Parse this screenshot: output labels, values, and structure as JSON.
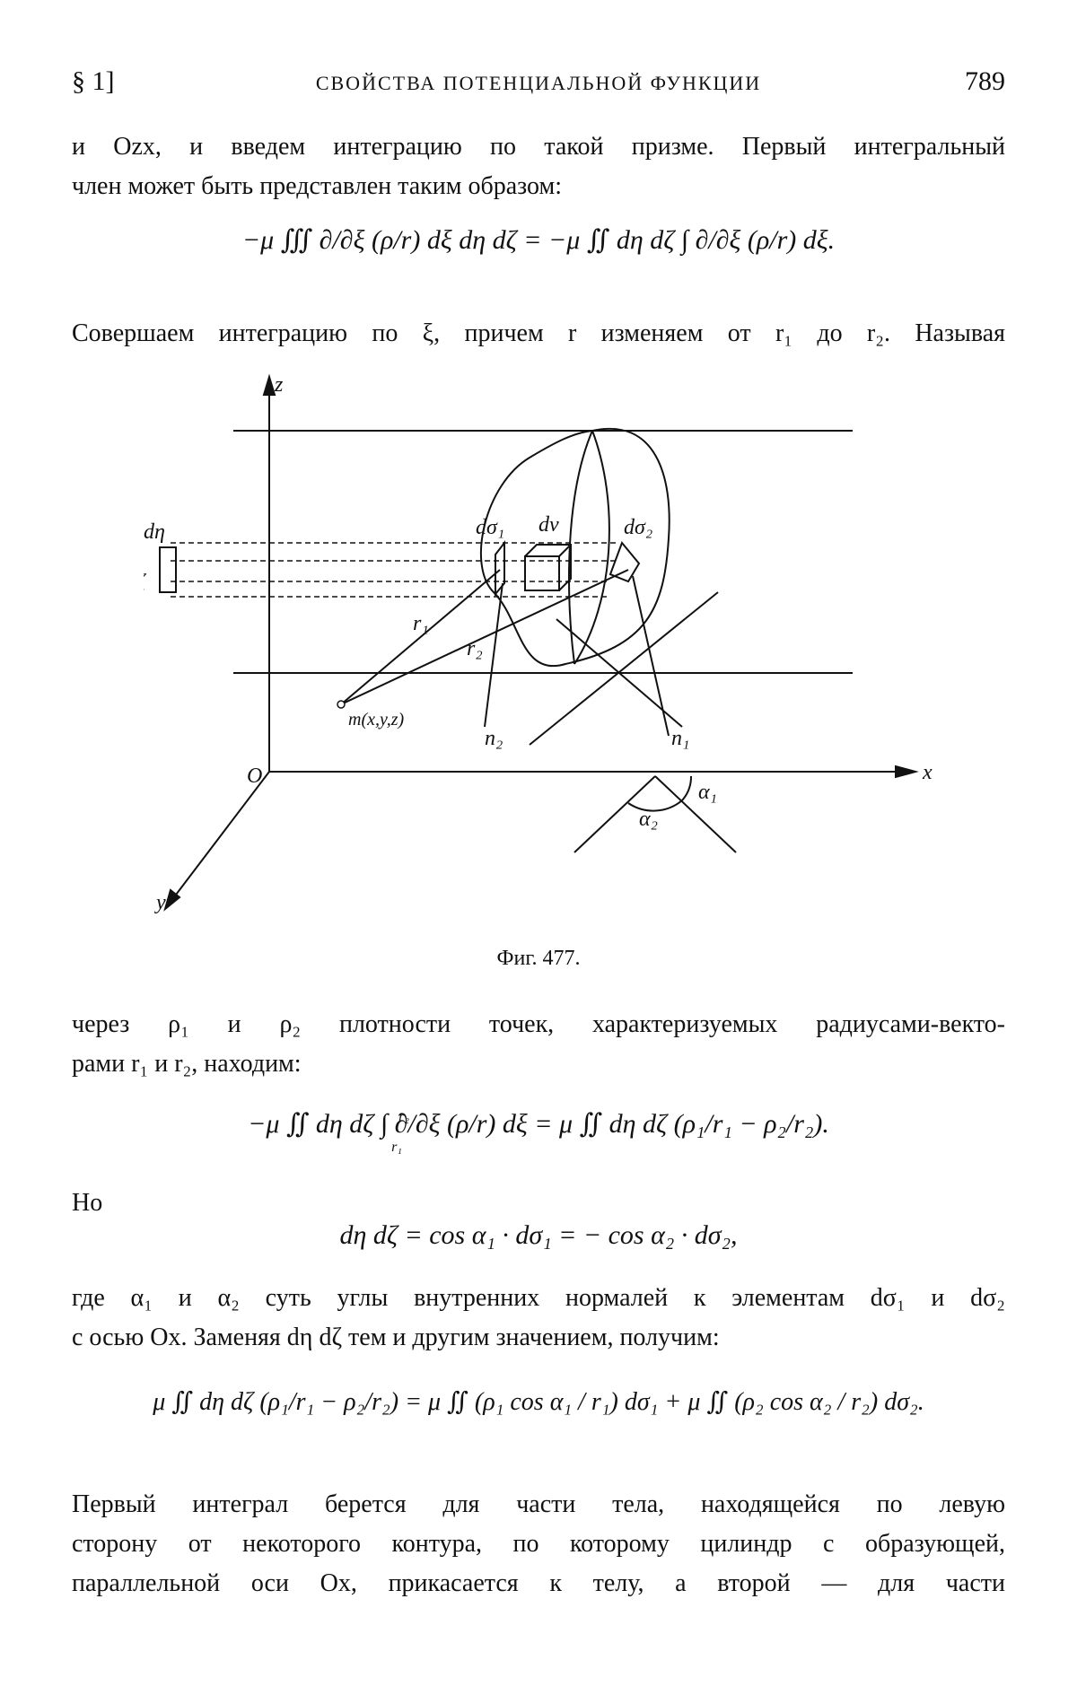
{
  "header": {
    "section": "§ 1]",
    "title": "СВОЙСТВА ПОТЕНЦИАЛЬНОЙ ФУНКЦИИ",
    "page": "789"
  },
  "p1": {
    "l1": "и Ozx, и введем интеграцию по такой призме. Первый интегральный",
    "l2": "член может быть представлен таким образом:"
  },
  "f1": {
    "lhs": "−μ ∭ ∂/∂ξ (ρ/r) dξ dη dζ",
    "eq": "=",
    "rhs": "−μ ∬ dη dζ ∫ ∂/∂ξ (ρ/r) dξ."
  },
  "p2": {
    "l1": "Совершаем интеграцию по ξ, причем r изменяем от r₁ до r₂. Называя"
  },
  "figure": {
    "caption": "Фиг. 477.",
    "labels": {
      "z": "z",
      "x": "x",
      "y": "y",
      "origin": "O",
      "deta": "dη",
      "dzeta": "dζ",
      "dsigma1": "dσ₁",
      "dv": "dv",
      "dsigma2": "dσ₂",
      "r1": "r₁",
      "r2": "r₂",
      "m": "m(x,y,z)",
      "n1": "n₁",
      "n2": "n₂",
      "alpha1": "α₁",
      "alpha2": "α₂"
    }
  },
  "p3": {
    "l1": "через ρ₁ и ρ₂ плотности точек, характеризуемых радиусами-векто-",
    "l2": "рами r₁ и r₂, находим:"
  },
  "f2": {
    "lhs": "−μ ∬ dη dζ ∫",
    "upper": "r₂",
    "lower": "r₁",
    "lhs_tail": "∂/∂ξ (ρ/r) dξ",
    "eq": "=",
    "rhs": "μ ∬ dη dζ (ρ₁/r₁ − ρ₂/r₂)."
  },
  "no": "Но",
  "f3": {
    "text": "dη dζ = cos α₁ · dσ₁ = − cos α₂ · dσ₂,"
  },
  "p4": {
    "l1": "где α₁ и α₂ суть углы внутренних нормалей к элементам dσ₁ и dσ₂",
    "l2": "с осью Ox. Заменяя dη dζ тем и другим значением, получим:"
  },
  "f4": {
    "lhs": "μ ∬ dη dζ (ρ₁/r₁ − ρ₂/r₂)",
    "eq": "=",
    "mid": "μ ∬ (ρ₁ cos α₁ / r₁) dσ₁",
    "plus": "+",
    "rhs": "μ ∬ (ρ₂ cos α₂ / r₂) dσ₂."
  },
  "p5": {
    "l1": "Первый интеграл берется для части тела, находящейся по левую",
    "l2": "сторону от некоторого контура, по которому цилиндр с образующей,",
    "l3": "параллельной оси Ox, прикасается к телу, а второй — для части"
  }
}
